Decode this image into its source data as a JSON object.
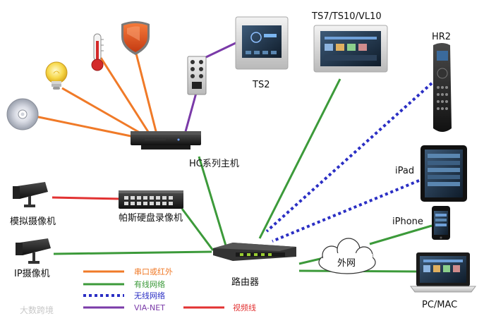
{
  "colors": {
    "serial_ir": "#f07a28",
    "wired": "#3c9a3a",
    "wireless": "#2b2fc4",
    "via_net": "#7a3aa8",
    "video": "#e23232",
    "background": "#ffffff"
  },
  "nodes": {
    "hc_controller": {
      "label": "HC系列主机"
    },
    "nvr": {
      "label": "帕斯硬盘录像机"
    },
    "router": {
      "label": "路由器"
    },
    "internet": {
      "label": "外网"
    },
    "ts2": {
      "label": "TS2"
    },
    "ts7": {
      "label": "TS7/TS10/VL10"
    },
    "hr2": {
      "label": "HR2"
    },
    "ipad": {
      "label": "iPad"
    },
    "iphone": {
      "label": "iPhone"
    },
    "pc": {
      "label": "PC/MAC"
    },
    "analog_cam": {
      "label": "模拟摄像机"
    },
    "ip_cam": {
      "label": "IP摄像机"
    }
  },
  "legend": {
    "serial_ir": "串口或红外",
    "wired": "有线网络",
    "wireless": "无线网络",
    "via_net": "VIA-NET",
    "video": "视频线"
  },
  "icons": [
    "cd-disc-icon",
    "light-bulb-icon",
    "thermometer-icon",
    "security-shield-icon",
    "keypad-icon",
    "camera-icon",
    "touch-panel-icon",
    "remote-control-icon",
    "tablet-icon",
    "phone-icon",
    "laptop-icon",
    "cloud-icon",
    "router-icon",
    "switch-icon"
  ],
  "watermark": "大数跨境"
}
